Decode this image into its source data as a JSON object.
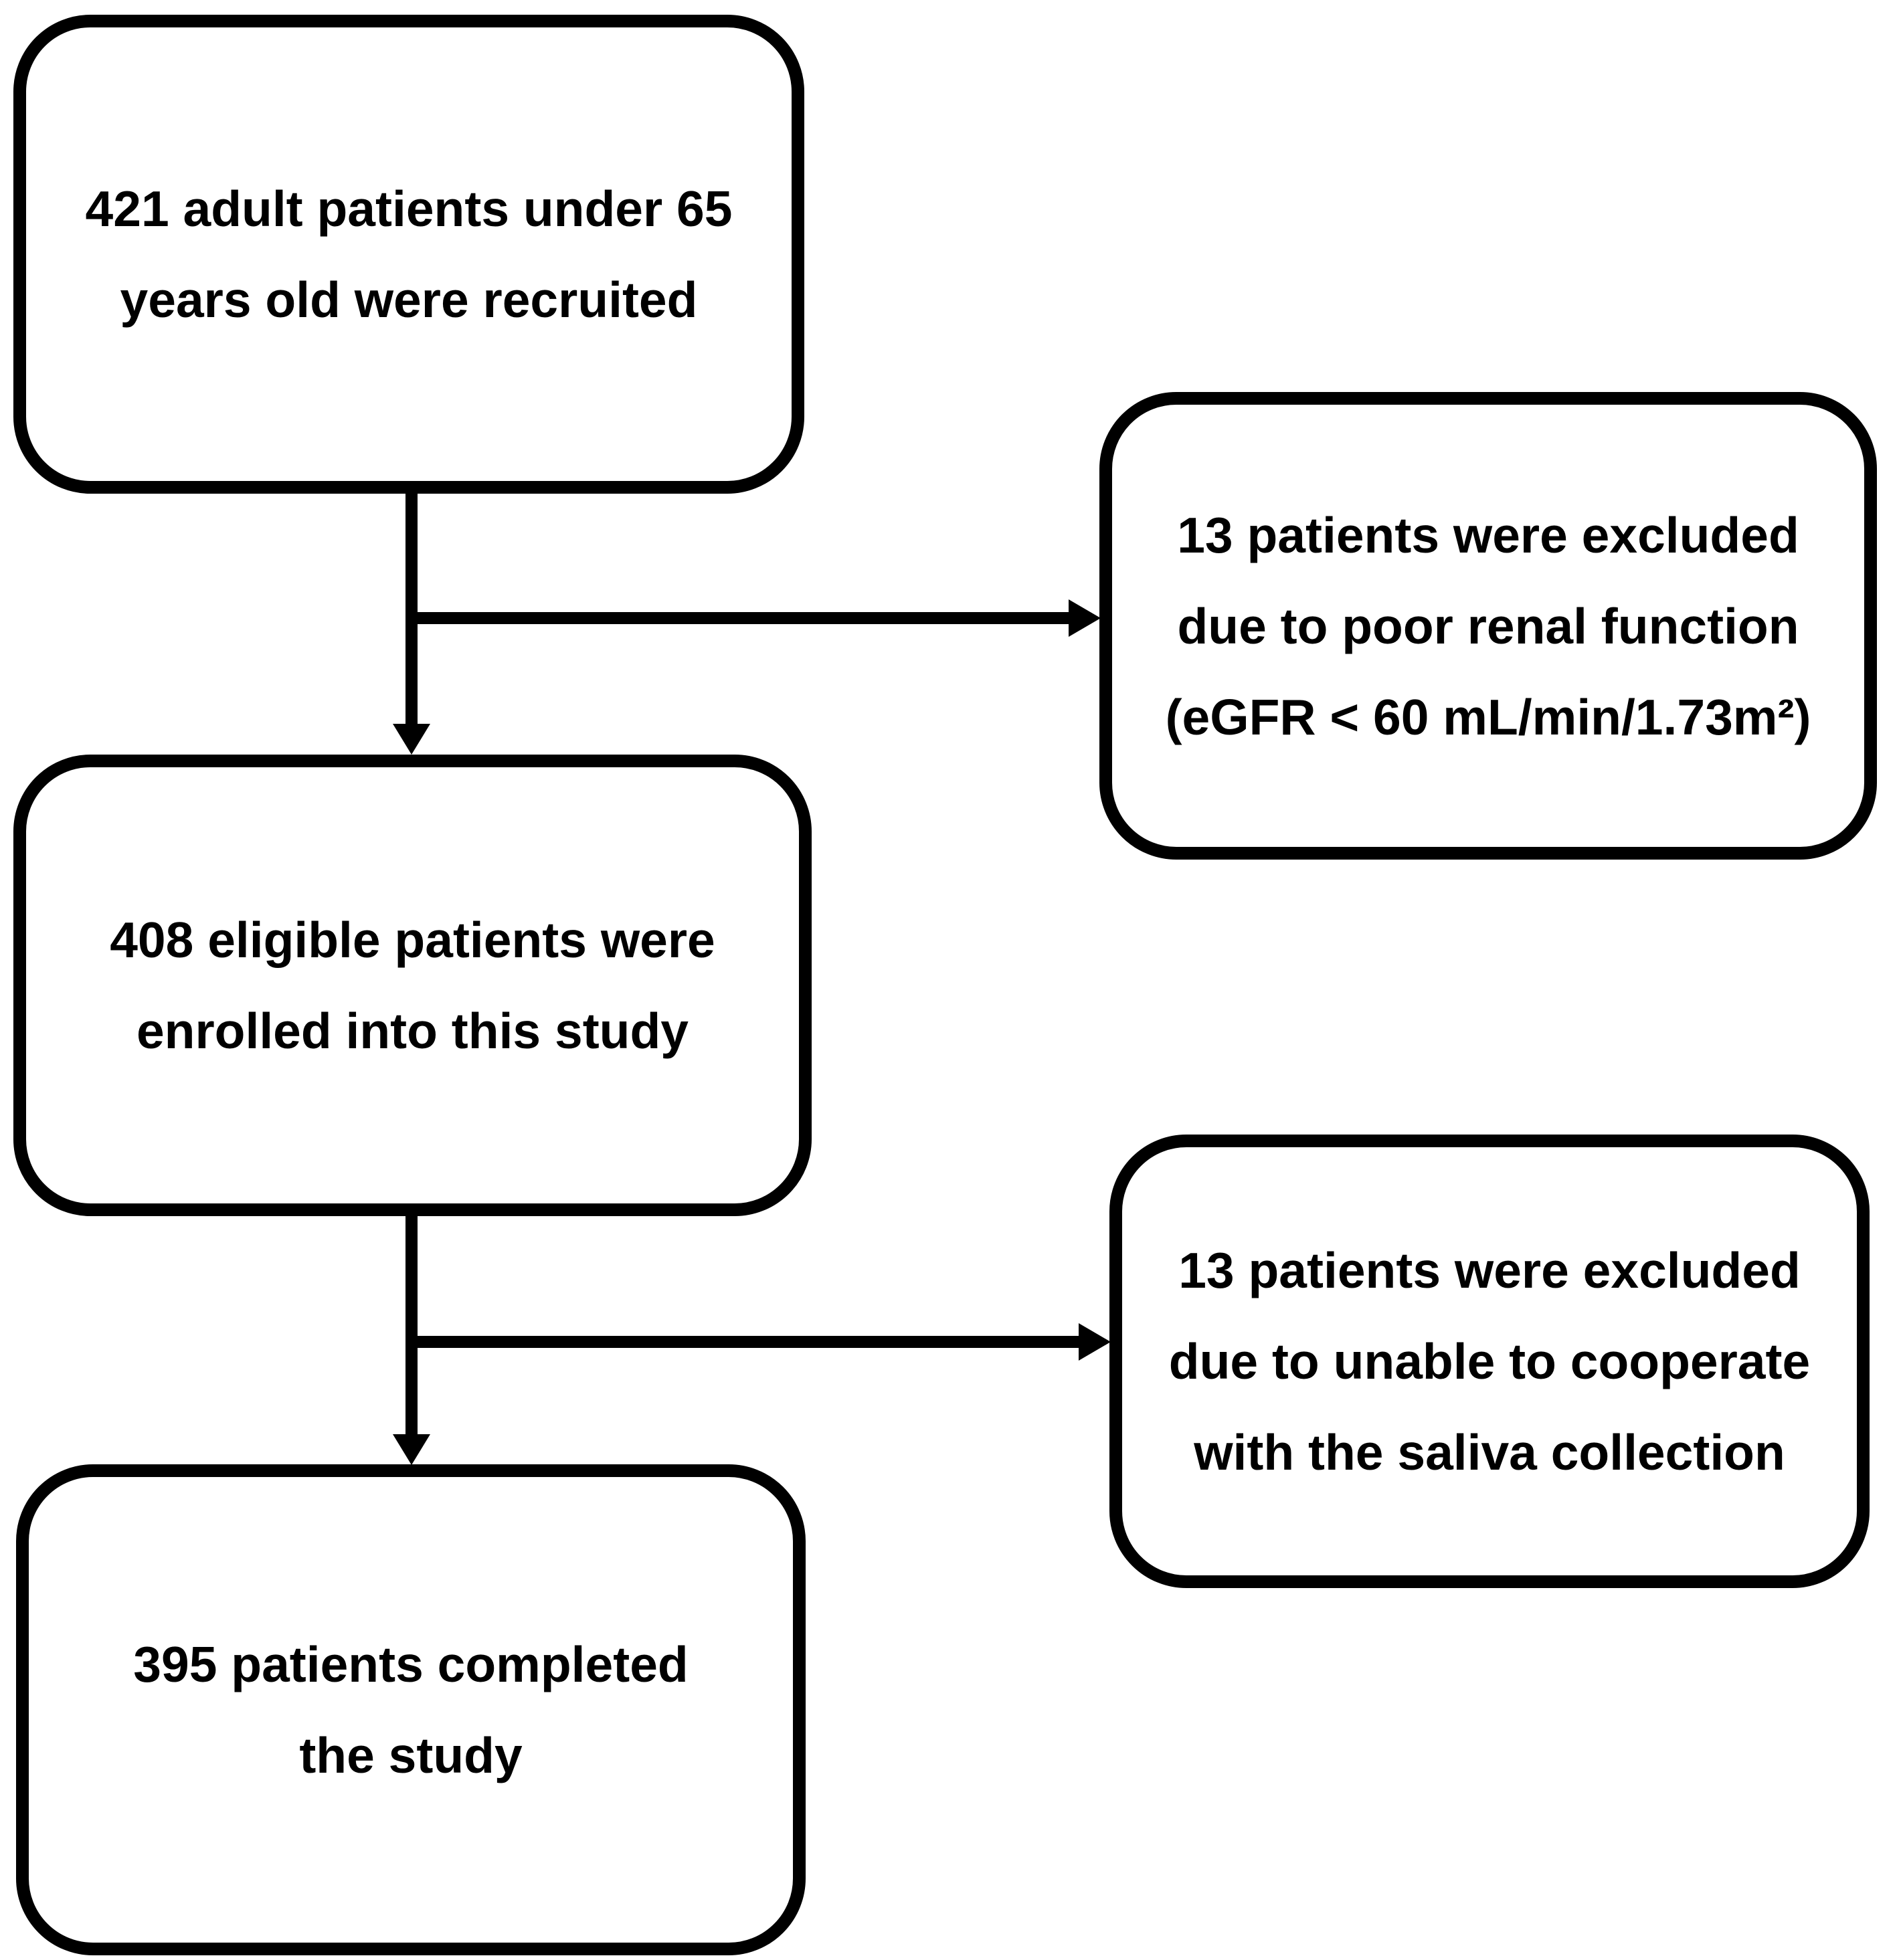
{
  "figure": {
    "type": "flowchart",
    "background_color": "#ffffff",
    "stroke_color": "#000000",
    "nodes": {
      "recruited": {
        "text": "421 adult patients under 65\nyears old were recruited"
      },
      "excluded_renal": {
        "text": "13 patients were excluded\ndue to poor renal function\n(eGFR < 60 mL/min/1.73m²)"
      },
      "enrolled": {
        "text": "408 eligible patients were\nenrolled into this study"
      },
      "excluded_saliva": {
        "text": "13 patients were excluded\ndue to unable to cooperate\nwith the saliva collection"
      },
      "completed": {
        "text": "395 patients completed\nthe study"
      }
    },
    "edges": [
      {
        "from": "recruited",
        "to": "enrolled"
      },
      {
        "from": "recruited",
        "to": "excluded_renal"
      },
      {
        "from": "enrolled",
        "to": "completed"
      },
      {
        "from": "enrolled",
        "to": "excluded_saliva"
      }
    ]
  }
}
